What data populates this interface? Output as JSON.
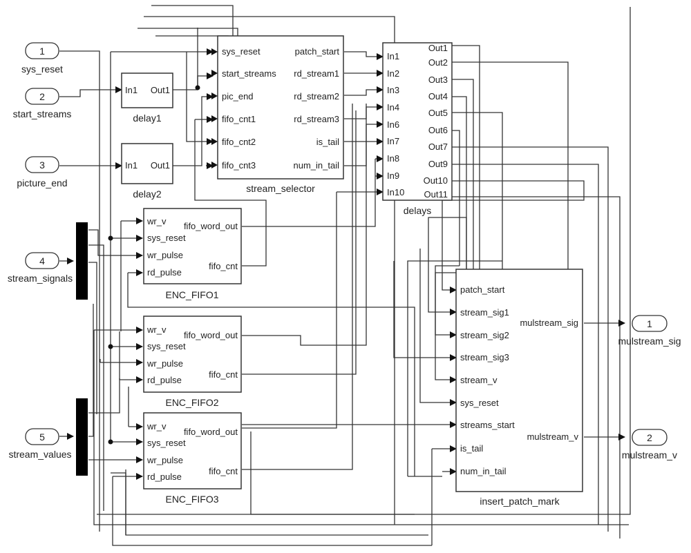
{
  "diagram": {
    "inports": [
      {
        "num": "1",
        "label": "sys_reset"
      },
      {
        "num": "2",
        "label": "start_streams"
      },
      {
        "num": "3",
        "label": "picture_end"
      },
      {
        "num": "4",
        "label": "stream_signals"
      },
      {
        "num": "5",
        "label": "stream_values"
      }
    ],
    "outports": [
      {
        "num": "1",
        "label": "mulstream_sig"
      },
      {
        "num": "2",
        "label": "mulstream_v"
      }
    ],
    "delay1": {
      "name": "delay1",
      "in": "In1",
      "out": "Out1"
    },
    "delay2": {
      "name": "delay2",
      "in": "In1",
      "out": "Out1"
    },
    "stream_selector": {
      "name": "stream_selector",
      "inputs": [
        "sys_reset",
        "start_streams",
        "pic_end",
        "fifo_cnt1",
        "fifo_cnt2",
        "fifo_cnt3"
      ],
      "outputs": [
        "patch_start",
        "rd_stream1",
        "rd_stream2",
        "rd_stream3",
        "is_tail",
        "num_in_tail"
      ]
    },
    "delays": {
      "name": "delays",
      "inputs": [
        "In1",
        "In2",
        "In3",
        "In4",
        "In6",
        "In7",
        "In8",
        "In9",
        "In10"
      ],
      "outputs": [
        "Out1",
        "Out2",
        "Out3",
        "Out4",
        "Out5",
        "Out6",
        "Out7",
        "Out9",
        "Out10",
        "Out11"
      ]
    },
    "fifos": [
      {
        "name": "ENC_FIFO1",
        "inputs": [
          "wr_v",
          "sys_reset",
          "wr_pulse",
          "rd_pulse"
        ],
        "outputs": [
          "fifo_word_out",
          "fifo_cnt"
        ]
      },
      {
        "name": "ENC_FIFO2",
        "inputs": [
          "wr_v",
          "sys_reset",
          "wr_pulse",
          "rd_pulse"
        ],
        "outputs": [
          "fifo_word_out",
          "fifo_cnt"
        ]
      },
      {
        "name": "ENC_FIFO3",
        "inputs": [
          "wr_v",
          "sys_reset",
          "wr_pulse",
          "rd_pulse"
        ],
        "outputs": [
          "fifo_word_out",
          "fifo_cnt"
        ]
      }
    ],
    "insert_patch_mark": {
      "name": "insert_patch_mark",
      "inputs": [
        "patch_start",
        "stream_sig1",
        "stream_sig2",
        "stream_sig3",
        "stream_v",
        "sys_reset",
        "streams_start",
        "is_tail",
        "num_in_tail"
      ],
      "outputs": [
        "mulstream_sig",
        "mulstream_v"
      ]
    }
  }
}
